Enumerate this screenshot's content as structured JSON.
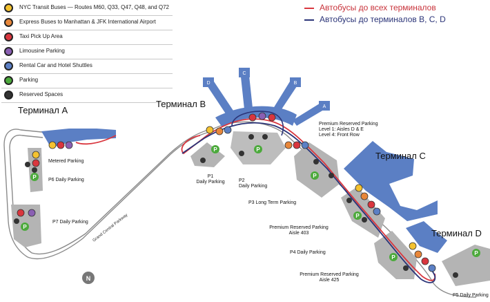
{
  "colors": {
    "road": "#8a8a8a",
    "terminal_blue": "#5b7fc4",
    "bus_red": "#d9363e",
    "bus_navy": "#2b3478",
    "lot_gray": "#b4b4b4",
    "parking_green": "#4caa3c"
  },
  "legend": [
    {
      "icon": "nyc-transit-bus-icon",
      "color": "#f4c230",
      "label": "NYC Transit Buses — Routes M60, Q33, Q47, Q48, and Q72"
    },
    {
      "icon": "express-bus-icon",
      "color": "#e8873a",
      "label": "Express Buses to Manhattan & JFK International Airport"
    },
    {
      "icon": "taxi-icon",
      "color": "#d9363e",
      "label": "Taxi Pick Up Area"
    },
    {
      "icon": "limousine-icon",
      "color": "#8a5fb3",
      "label": "Limousine Parking"
    },
    {
      "icon": "shuttle-icon",
      "color": "#5b7fc4",
      "label": "Rental Car and Hotel Shuttles"
    },
    {
      "icon": "parking-icon",
      "color": "#4caa3c",
      "label": "Parking"
    },
    {
      "icon": "reserved-space-icon",
      "color": "#333333",
      "label": "Reserved Spaces"
    }
  ],
  "bus_legend": {
    "all_terminals": "Автобусы до всех терминалов",
    "terminals_bcd": "Автобусы до терминалов B, C, D"
  },
  "terminals": {
    "a": "Терминал А",
    "b": "Терминал B",
    "c": "Терминал C",
    "d": "Терминал D"
  },
  "concourses": [
    "A",
    "B",
    "C",
    "D"
  ],
  "lots": {
    "metered": "Metered Parking",
    "p6": "P6 Daily Parking",
    "p7": "P7 Daily Parking",
    "p1_line1": "P1",
    "p1_line2": "Daily Parking",
    "p2_line1": "P2",
    "p2_line2": "Daily Parking",
    "premium_b_line1": "Premium Reserved Parking",
    "premium_b_line2": "Level 1:  Aisles D & E",
    "premium_b_line3": "Level 4: Front Row",
    "p3": "P3 Long Term Parking",
    "premium_403_line1": "Premium Reserved Parking",
    "premium_403_line2": "Aisle 403",
    "p4": "P4 Daily Parking",
    "premium_425_line1": "Premium Reserved Parking",
    "premium_425_line2": "Aisle 425",
    "p5": "P5 Daily Parking"
  },
  "parkway": "Grand Central Parkway",
  "compass": "N",
  "parking_symbol": "P"
}
